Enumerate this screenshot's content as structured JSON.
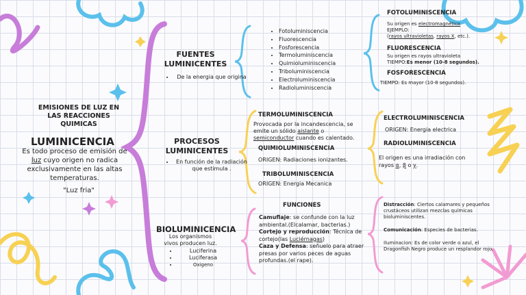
{
  "main": {
    "title": "EMISIONES DE LUZ EN LAS REACCIONES QUIMICAS",
    "heading": "LUMINICENCIA",
    "desc_pre": "Es todo proceso de emisión de ",
    "desc_link": "luz",
    "desc_post": " cuyo origen no radica exclusivamente en las altas temperaturas.",
    "quote": "\"Luz fria\""
  },
  "fuentes": {
    "title": "FUENTES LUMINICENTES",
    "bullet": "De la energia que origina",
    "list": [
      "Fotoluminiscencia",
      "Fluorescencia",
      "Fosforescencia",
      "Termoluminiscencia",
      "Quimioluminiscencia",
      "Triboluminiscencia",
      "Electroluminiscencia",
      "Radioluminiscencia"
    ]
  },
  "foto": {
    "title": "FOTOLUMINISCENCIA",
    "line1_pre": "Su origen  es ",
    "line1_link": "electromagnético",
    "line2": "EJEMPLO:",
    "line3_pre": "(",
    "line3_link1": "rayos ultravioletas",
    "line3_mid": ", ",
    "line3_link2": "rayos X",
    "line3_post": ", etc.)."
  },
  "fluor": {
    "title": "FLUORESCENCIA",
    "line1": "Su origen  es rayos ultravioleta",
    "line2_pre": "TIEMPO:",
    "line2_bold": "Es menor (10-8 segundos)."
  },
  "fosfor": {
    "title": "FOSFORESCENCIA",
    "line1": "TIEMPO: Es mayor (10-8 segundos)."
  },
  "procesos": {
    "title": "PROCESOS LUMINICENTES",
    "bullet": "En función de la radiación que estimula ."
  },
  "termo": {
    "title": "TERMOLUMINISCENCIA",
    "text_pre": "Provocada por la incandescencia, se emite un sólido ",
    "link1": "aislante",
    "text_mid": " o ",
    "link2": "semiconductor",
    "text_post": " cuando es calentado."
  },
  "quimio": {
    "title": "QUIMIOLUMINISCENCIA",
    "text": "ORIGEN: Radiaciones ionizantes."
  },
  "tribo": {
    "title": "TRIBOLUMINISCENCIA",
    "text": "ORIGEN: Energia Mecanica"
  },
  "electro": {
    "title": "ELECTROLUMINISCENCIA",
    "text": "ORIGEN: Energia electrica"
  },
  "radio": {
    "title": "RADIOLUMINISCENCIA",
    "text_pre": "El origen es una irradiación con rayos ",
    "alpha": "α",
    "sep1": ", ",
    "beta": "β",
    "sep2": " o ",
    "gamma": "γ",
    "end": "."
  },
  "bio": {
    "title": "BIOLUMINICENCIA",
    "sub": "Los organismos vivos producen luz.",
    "list": [
      "Luciferina",
      "Luciferasa",
      "Oxigeno"
    ]
  },
  "funciones": {
    "title": "FUNCIONES",
    "f1_b": "Camuflaje",
    "f1_t": ": se confunde con la luz ambiental.(Elcalamar, bacterias.)",
    "f2_b": "Cortejo y reproducción",
    "f2_t1": ": Técnica de cortejo(las ",
    "f2_link": "Luciérnagas",
    "f2_t2": ")",
    "f3_b": "Caza y Defensa",
    "f3_t": ": señuelo para atraer presas por varios peces de aguas profundas.(el rape)."
  },
  "notes": {
    "n1_b": "Distracción",
    "n1_t": ": Ciertos calamares y pequeños crustáceos utilizan mezclas químicas bioluminiscentes.",
    "n2_b": "Comunicación",
    "n2_t": ": Especies de bacterias.",
    "n3_t": "Iluminacion: Es de color verde o azul, el Dragonfish Negro produce un resplandor rojo."
  },
  "colors": {
    "purple": "#c77dd9",
    "blue": "#5bc0eb",
    "yellow": "#f7d154",
    "pink": "#f29bd2"
  }
}
